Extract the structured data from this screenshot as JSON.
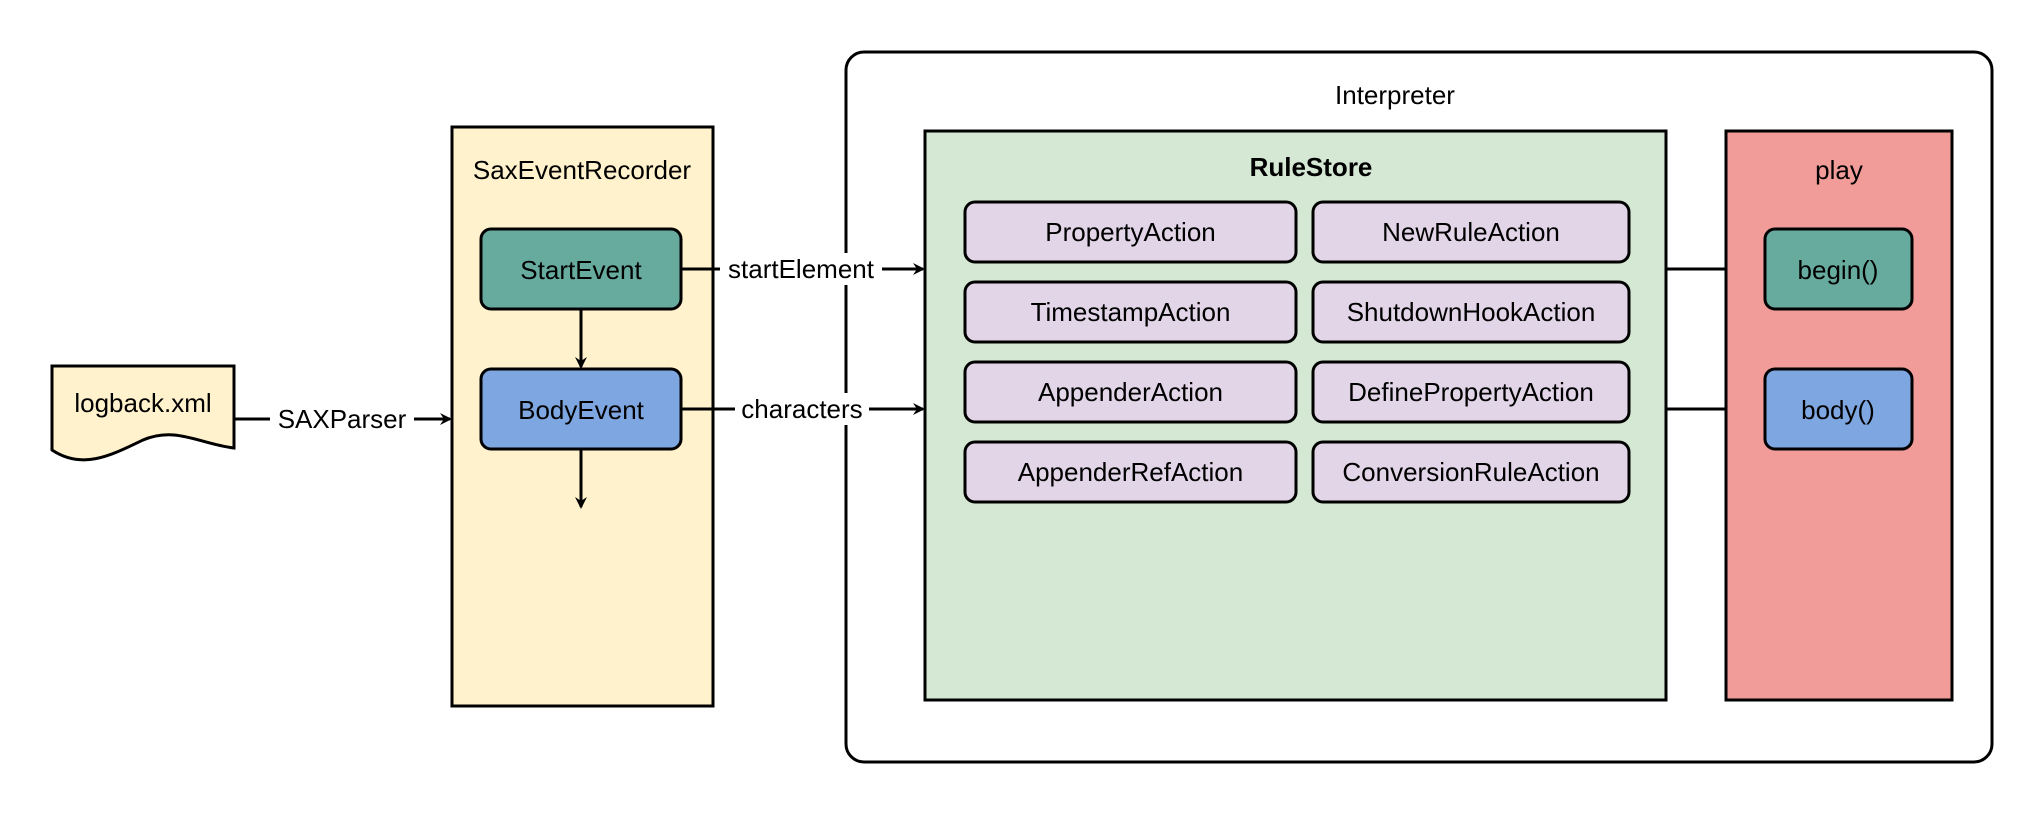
{
  "document": {
    "label": "logback.xml",
    "fill": "#fff2cc"
  },
  "recorder": {
    "title": "SaxEventRecorder",
    "fill": "#fff2cc",
    "start_event": "StartEvent",
    "body_event": "BodyEvent",
    "start_fill": "#67ab9f",
    "body_fill": "#7ea6e0"
  },
  "edges": {
    "parser": "SAXParser",
    "start_element": "startElement",
    "characters": "characters"
  },
  "interpreter": {
    "title": "Interpreter"
  },
  "rule_store": {
    "title": "RuleStore",
    "fill": "#d5e8d4",
    "action_fill": "#e1d5e7",
    "actions": [
      "PropertyAction",
      "NewRuleAction",
      "TimestampAction",
      "ShutdownHookAction",
      "AppenderAction",
      "DefinePropertyAction",
      "AppenderRefAction",
      "ConversionRuleAction"
    ]
  },
  "play": {
    "title": "play",
    "fill": "#f19c99",
    "begin": "begin()",
    "body": "body()",
    "begin_fill": "#67ab9f",
    "body_fill": "#7ea6e0"
  }
}
